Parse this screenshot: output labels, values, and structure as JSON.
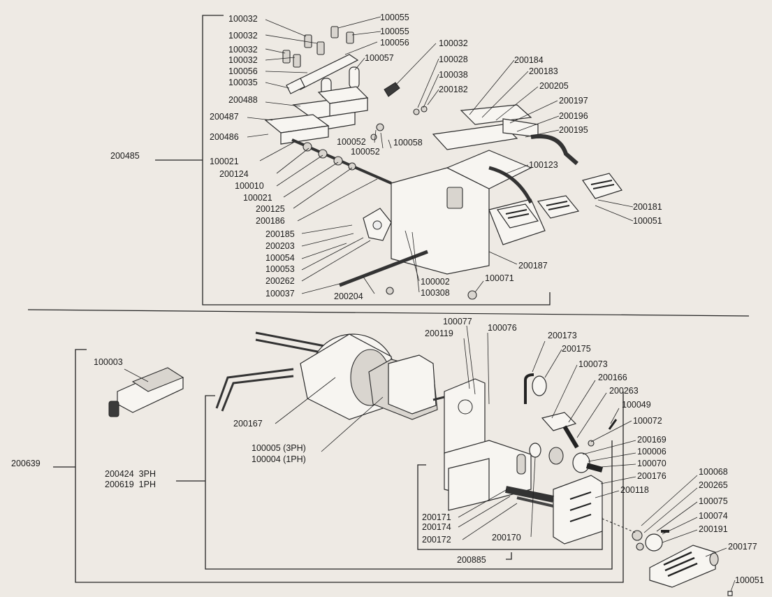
{
  "labels": {
    "l100032a": "100032",
    "l100055a": "100055",
    "l100032b": "100032",
    "l100055b": "100055",
    "l100032c": "100032",
    "l100056a": "100056",
    "l100032d": "100032",
    "l100057": "100057",
    "l100056b": "100056",
    "l100035": "100035",
    "l100032e": "100032",
    "l100028": "100028",
    "l100038": "100038",
    "l200182": "200182",
    "l200184": "200184",
    "l200183": "200183",
    "l200205": "200205",
    "l200197": "200197",
    "l200196": "200196",
    "l200195": "200195",
    "l100123": "100123",
    "l200488": "200488",
    "l200487": "200487",
    "l200486": "200486",
    "l100052a": "100052",
    "l100052b": "100052",
    "l100058": "100058",
    "l200485": "200485",
    "l100021a": "100021",
    "l200124": "200124",
    "l100010": "100010",
    "l100021b": "100021",
    "l200125": "200125",
    "l200186": "200186",
    "l200185": "200185",
    "l200203": "200203",
    "l100054": "100054",
    "l100053": "100053",
    "l200262": "200262",
    "l100037": "100037",
    "l200204": "200204",
    "l100002": "100002",
    "l100308": "100308",
    "l100071": "100071",
    "l200187": "200187",
    "l200181": "200181",
    "l100051a": "100051",
    "l100003": "100003",
    "l200639": "200639",
    "l200424": "200424  3PH",
    "l200619": "200619  1PH",
    "l200167": "200167",
    "l100005": "100005 (3PH)",
    "l100004": "100004 (1PH)",
    "l100077": "100077",
    "l200119": "200119",
    "l100076": "100076",
    "l200173": "200173",
    "l200175": "200175",
    "l100073": "100073",
    "l200166": "200166",
    "l200263": "200263",
    "l100049": "100049",
    "l100072": "100072",
    "l200169": "200169",
    "l100006": "100006",
    "l100070": "100070",
    "l200176": "200176",
    "l200118": "200118",
    "l100068": "100068",
    "l200265": "200265",
    "l100075": "100075",
    "l100074": "100074",
    "l200191": "200191",
    "l200177": "200177",
    "l100051b": "100051",
    "l200171": "200171",
    "l200174": "200174",
    "l200172": "200172",
    "l200170": "200170",
    "l200885": "200885"
  }
}
